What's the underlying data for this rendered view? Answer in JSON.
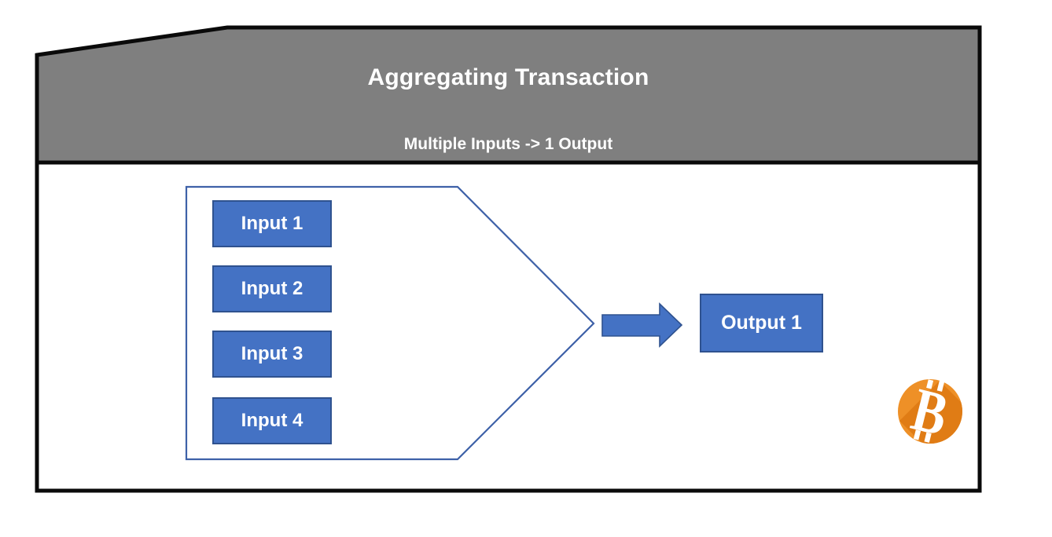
{
  "banner": {
    "title": "Aggregating Transaction",
    "subtitle": "Multiple Inputs -> 1 Output",
    "fill_color": "#7f7f7f",
    "text_color": "#ffffff",
    "border_color": "#0a0a0a"
  },
  "diagram": {
    "inputs": [
      {
        "label": "Input 1"
      },
      {
        "label": "Input 2"
      },
      {
        "label": "Input 3"
      },
      {
        "label": "Input 4"
      }
    ],
    "output": {
      "label": "Output 1"
    },
    "shape_colors": {
      "box_fill": "#4472c4",
      "box_border": "#2f528f",
      "chevron_outline": "#3e61a8",
      "arrow_fill": "#4472c4",
      "arrow_border": "#2f528f"
    }
  },
  "logo": {
    "icon": "bitcoin-icon",
    "symbol": "B",
    "coin_color": "#ee9027",
    "shadow_color": "#e07c15",
    "symbol_color": "#ffffff"
  }
}
